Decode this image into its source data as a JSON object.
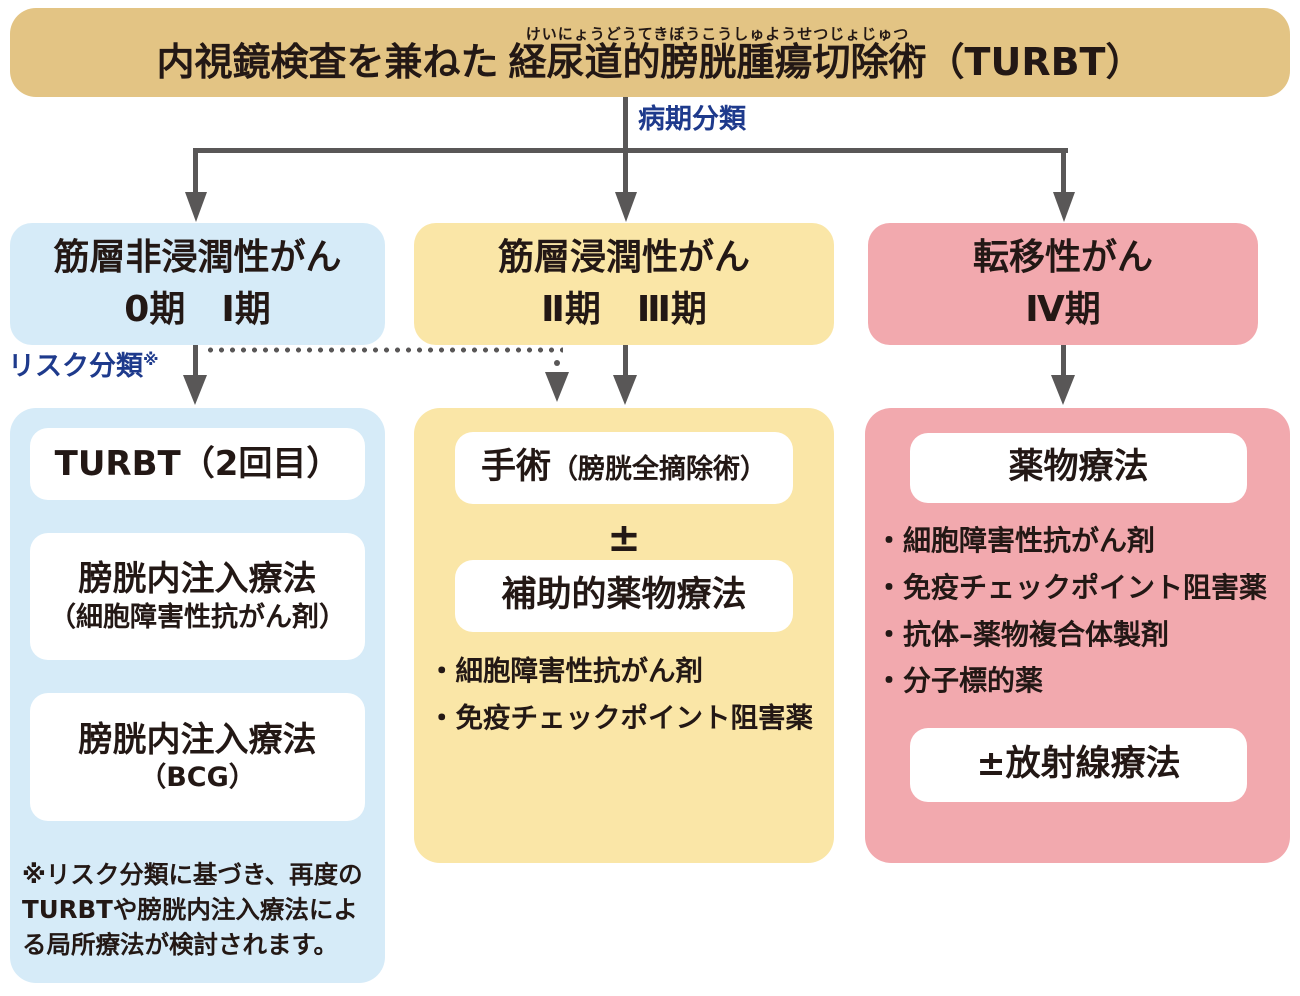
{
  "banner": {
    "prefix": "内視鏡検査を兼ねた",
    "ruby_base": "経尿道的膀胱腫瘍切除術",
    "ruby_furigana": "けいにょうどうてきぼうこうしゅようせつじょじゅつ",
    "suffix": "（TURBT）"
  },
  "connectors": {
    "stage_label": "病期分類",
    "risk_label": "リスク分類",
    "risk_label_mark": "※"
  },
  "colors": {
    "banner_bg": "#E3C484",
    "blue_bg": "#D6EBF8",
    "yellow_bg": "#FAE6A7",
    "pink_bg": "#F2A9AE",
    "arrow_gray": "#595757",
    "label_navy": "#1E3A8C",
    "text": "#231815",
    "inner_box": "#FFFFFF"
  },
  "columns": {
    "left": {
      "category_line1": "筋層非浸潤性がん",
      "category_line2": "0期　Ⅰ期",
      "box1_title": "TURBT（2回目）",
      "box2_title": "膀胱内注入療法",
      "box2_subtitle": "（細胞障害性抗がん剤）",
      "box3_title": "膀胱内注入療法",
      "box3_subtitle": "（BCG）",
      "footnote": "※リスク分類に基づき、再度のTURBTや膀胱内注入療法による局所療法が検討されます。"
    },
    "middle": {
      "category_line1": "筋層浸潤性がん",
      "category_line2": "Ⅱ期　Ⅲ期",
      "surgery_title": "手術",
      "surgery_subtitle": "（膀胱全摘除術）",
      "plus_minus": "±",
      "adjuvant_title": "補助的薬物療法",
      "bullets": [
        "・細胞障害性抗がん剤",
        "・免疫チェックポイント阻害薬"
      ]
    },
    "right": {
      "category_line1": "転移性がん",
      "category_line2": "Ⅳ期",
      "drug_title": "薬物療法",
      "bullets": [
        "・細胞障害性抗がん剤",
        "・免疫チェックポイント阻害薬",
        "・抗体–薬物複合体製剤",
        "・分子標的薬"
      ],
      "radiation_title": "±放射線療法"
    }
  }
}
